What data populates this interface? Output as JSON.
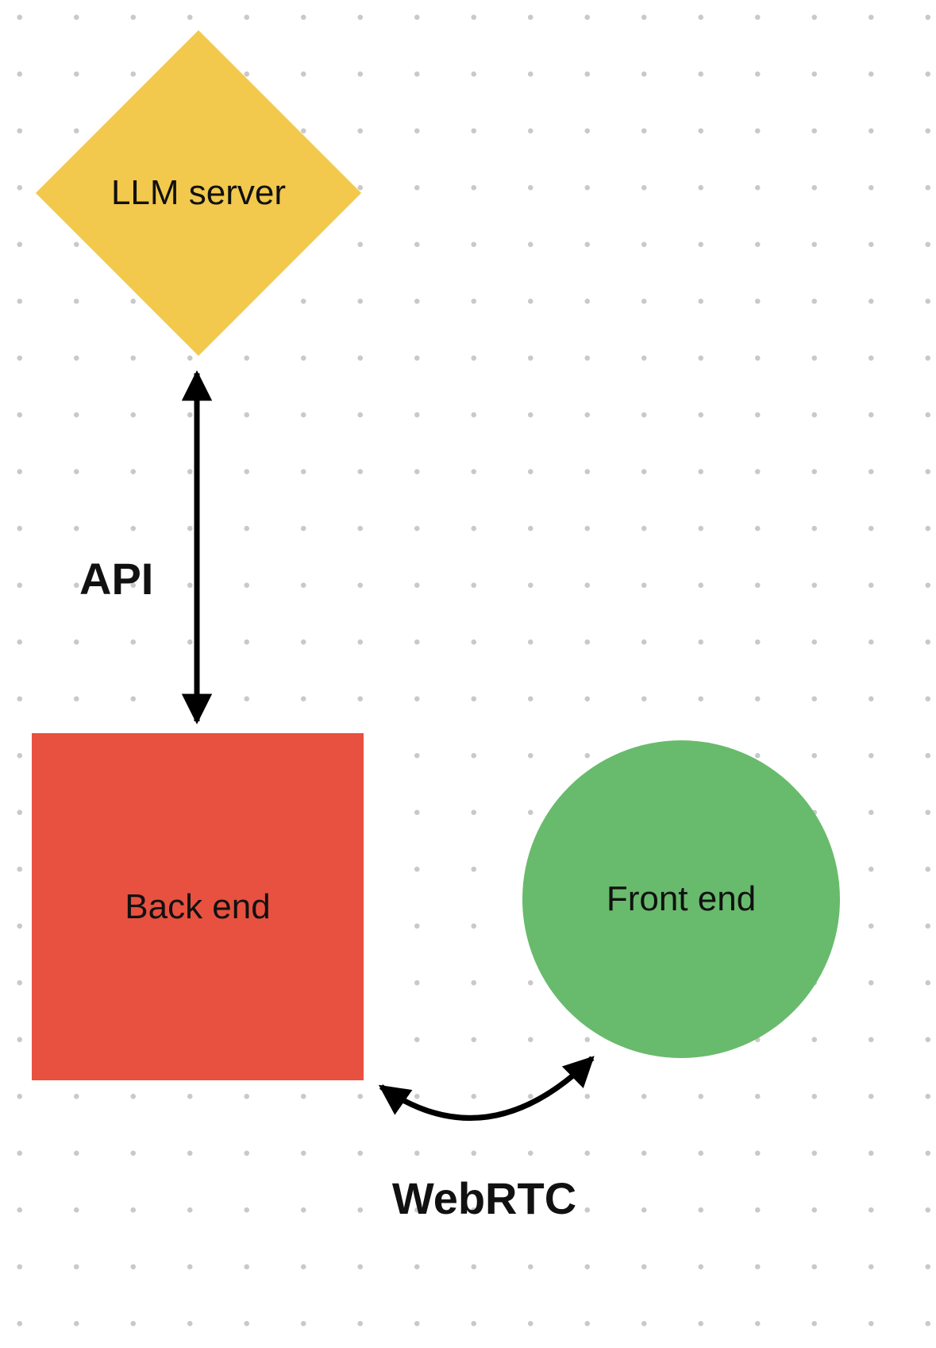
{
  "canvas": {
    "background": "#ffffff",
    "dot_grid_color": "#c9c9c9"
  },
  "nodes": {
    "llm_server": {
      "label": "LLM server",
      "shape": "diamond",
      "color": "#F2C94C"
    },
    "back_end": {
      "label": "Back end",
      "shape": "square",
      "color": "#E8513F"
    },
    "front_end": {
      "label": "Front end",
      "shape": "circle",
      "color": "#68BB6C"
    }
  },
  "edges": {
    "api": {
      "label": "API",
      "type": "double-headed-arrow",
      "from": "llm_server",
      "to": "back_end",
      "color": "#000000"
    },
    "webrtc": {
      "label": "WebRTC",
      "type": "double-headed-arrow",
      "from": "back_end",
      "to": "front_end",
      "color": "#000000"
    }
  }
}
